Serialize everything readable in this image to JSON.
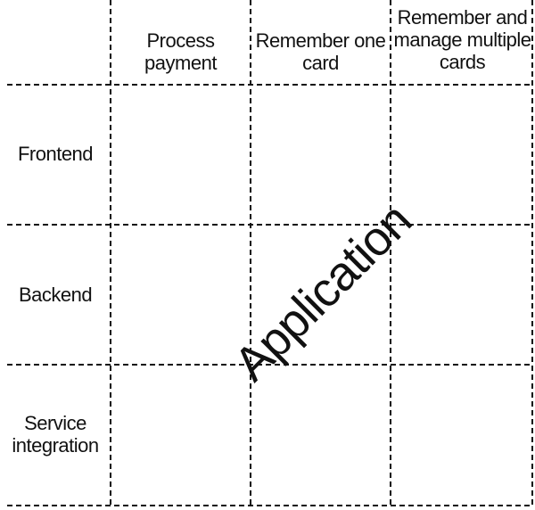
{
  "columns": [
    "Process payment",
    "Remember one card",
    "Remember and manage multiple cards"
  ],
  "rows": [
    "Frontend",
    "Backend",
    "Service integration"
  ],
  "overlay_label": "Application"
}
